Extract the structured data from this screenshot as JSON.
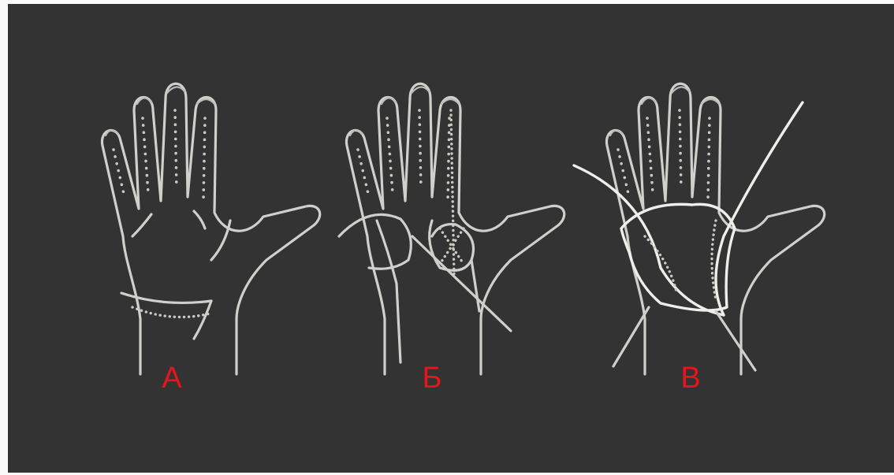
{
  "figure": {
    "panels": [
      {
        "id": "a",
        "label": "А"
      },
      {
        "id": "b",
        "label": "Б"
      },
      {
        "id": "c",
        "label": "В"
      }
    ]
  }
}
